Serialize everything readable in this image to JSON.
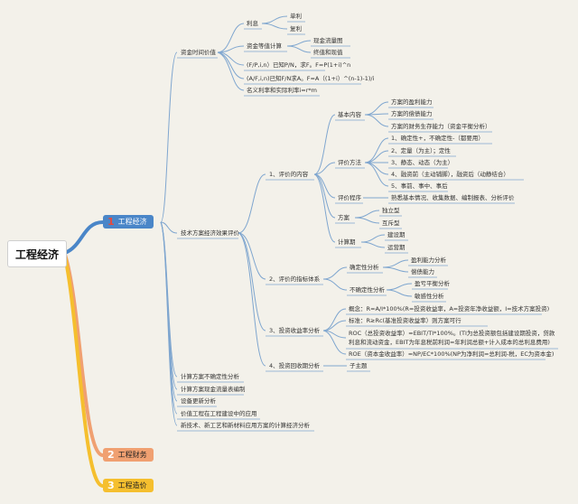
{
  "root": "工程经济",
  "tags": [
    {
      "num": "1",
      "label": "工程经济"
    },
    {
      "num": "2",
      "label": "工程财务"
    },
    {
      "num": "3",
      "label": "工程造价"
    }
  ],
  "colors": {
    "background": "#f3f1ea",
    "branch1": "#4a86c8",
    "branch2": "#f0a071",
    "branch3": "#f5bf2e",
    "number_accent": "#e64a3c"
  },
  "nodes": {
    "zjsj": "资金时间价值",
    "lixi": "利息",
    "danli": "单利",
    "fuli": "复利",
    "zjdz": "资金等值计算",
    "xjll": "现金流量图",
    "zhongzhi": "终值和现值",
    "f1": "(F/P,i,n）已知P/N，求F。F=P(1+i)^n",
    "f2": "(A/F,i,n)已知F/N求A。F=A（(1+i）^(n-1)-1)/i",
    "mingyi": "名义利率和实际利率i=r*m",
    "jspj": "技术方案经济效果评价",
    "pjnr": "1、评价的内容",
    "jbnr": "基本内容",
    "ylnl": "方案的盈利能力",
    "cznl": "方案的偿债能力",
    "cwsc": "方案的财务生存能力（资金平衡分析）",
    "pjff": "评价方法",
    "m1": "1、确定性+，不确定性-（都要用）",
    "m2": "2、定量（为主）；定性",
    "m3": "3、静态、动态（为主）",
    "m4": "4、融资前（主动铺脚），融资后（动静结合）",
    "m5": "5、事前、事中、事后",
    "pjcx": "评价程序",
    "cxnr": "熟悉基本情况、收集数据、编制报表、分析评价",
    "fangan": "方案",
    "dulixing": "独立型",
    "huchixing": "互斥型",
    "jsq": "计算期",
    "jsq1": "建设期",
    "jsq2": "运营期",
    "zbtx": "2、评价的指标体系",
    "qdxfx": "确定性分析",
    "yl": "盈利能力分析",
    "cz": "偿债能力",
    "bqdx": "不确定性分析",
    "ykph": "盈亏平衡分析",
    "mgx": "敏感性分析",
    "tzsy": "3、投资收益率分析",
    "gainian": "概念：R=A/I*100%(R=投资收益率，A=投资年净收益额，I=技术方案投资)",
    "biaozhun": "标准：R≥Rc(基准投资收益率）则方案可行",
    "roc": "ROC（总投资收益率）=EBIT/TI*100%。(TI为总投资额包括建设期投资，贷款利息和流动资金，EBIT为年息税前利润=年利润总额+计入成本的总利息费用)",
    "roe": "ROE（资本金收益率）=NP/EC*100%(NP为净利润=总利润-税，EC为资本金)",
    "tzhs": "4、投资回收期分析",
    "zizhuti": "子主题",
    "o1": "计算方案不确定性分析",
    "o2": "计算方案现金流量表编制",
    "o3": "设备更新分析",
    "o4": "价值工程在工程建设中的应用",
    "o5": "新技术、新工艺和新材料应用方案的计算经济分析"
  }
}
